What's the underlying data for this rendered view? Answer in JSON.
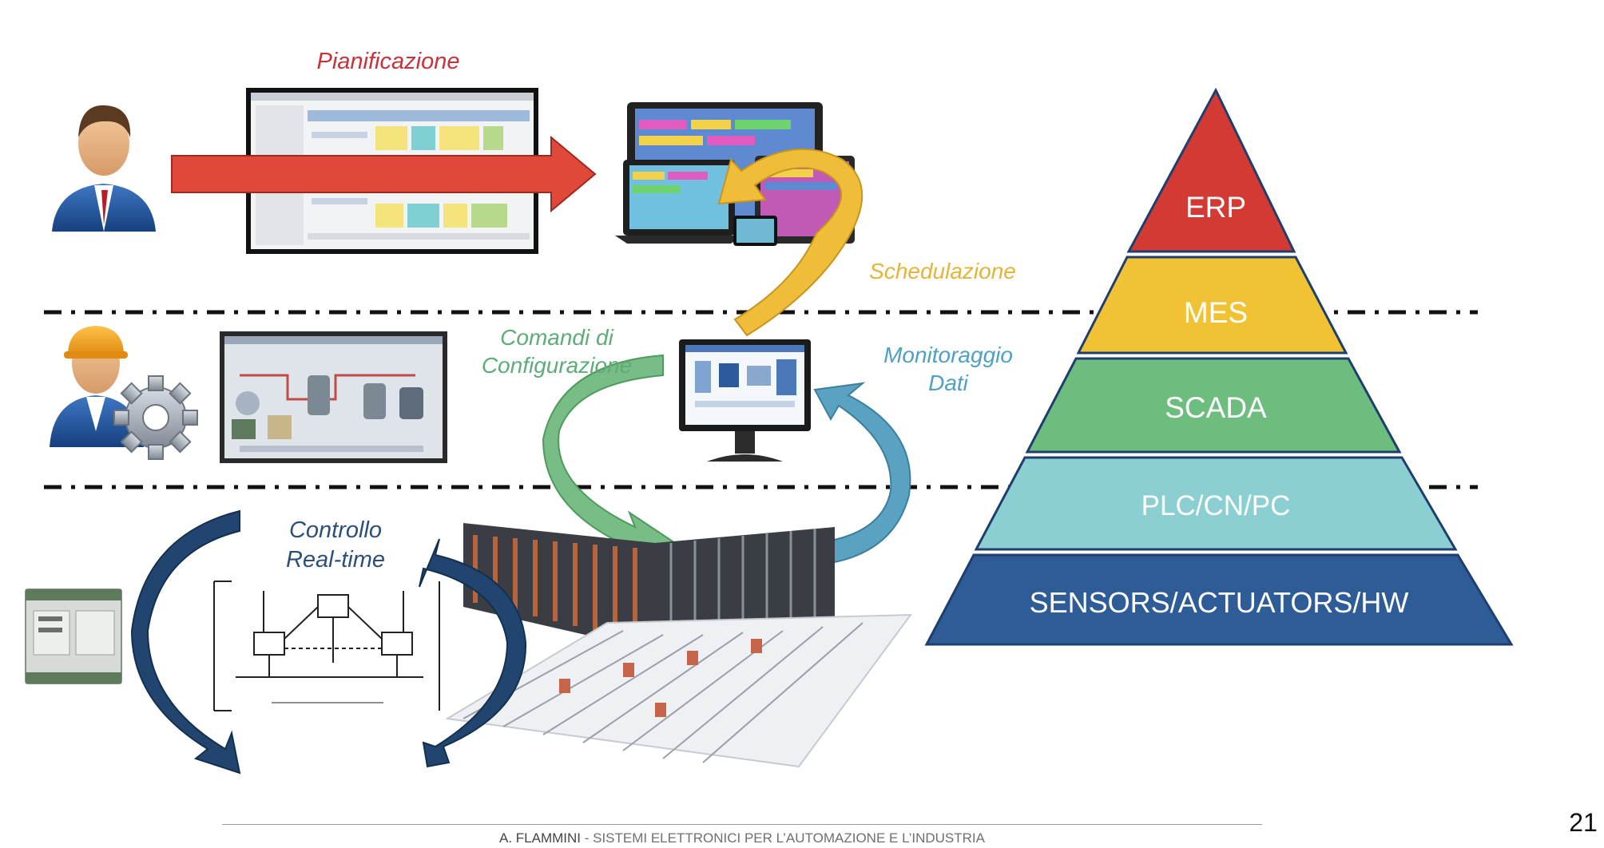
{
  "labels": {
    "planning": "Pianificazione",
    "scheduling": "Schedulazione",
    "config_line1": "Comandi di",
    "config_line2": "Configurazione",
    "monitor_line1": "Monitoraggio",
    "monitor_line2": "Dati",
    "control_line1": "Controllo",
    "control_line2": "Real-time"
  },
  "pyramid": {
    "levels": [
      {
        "label": "ERP",
        "color": "#d23a33"
      },
      {
        "label": "MES",
        "color": "#f0c234"
      },
      {
        "label": "SCADA",
        "color": "#6dbd7f"
      },
      {
        "label": "PLC/CN/PC",
        "color": "#8ccfd2"
      },
      {
        "label": "SENSORS/ACTUATORS/HW",
        "color": "#2e5c97"
      }
    ]
  },
  "colors": {
    "planning_label": "#c8333b",
    "scheduling_label": "#e3b437",
    "config_label": "#5eac78",
    "monitor_label": "#4ea0c4",
    "control_label": "#2c4f7a",
    "red_arrow": "#e0483a",
    "yellow_arrow": "#efbd3a",
    "green_arrow": "#79bd86",
    "blue_arrow": "#5aa2c2",
    "navy_arrow": "#21456f"
  },
  "footer": {
    "author": "A. FLAMMINI",
    "separator": " - ",
    "title": "SISTEMI ELETTRONICI PER L’AUTOMAZIONE E L’INDUSTRIA"
  },
  "page_number": "21"
}
